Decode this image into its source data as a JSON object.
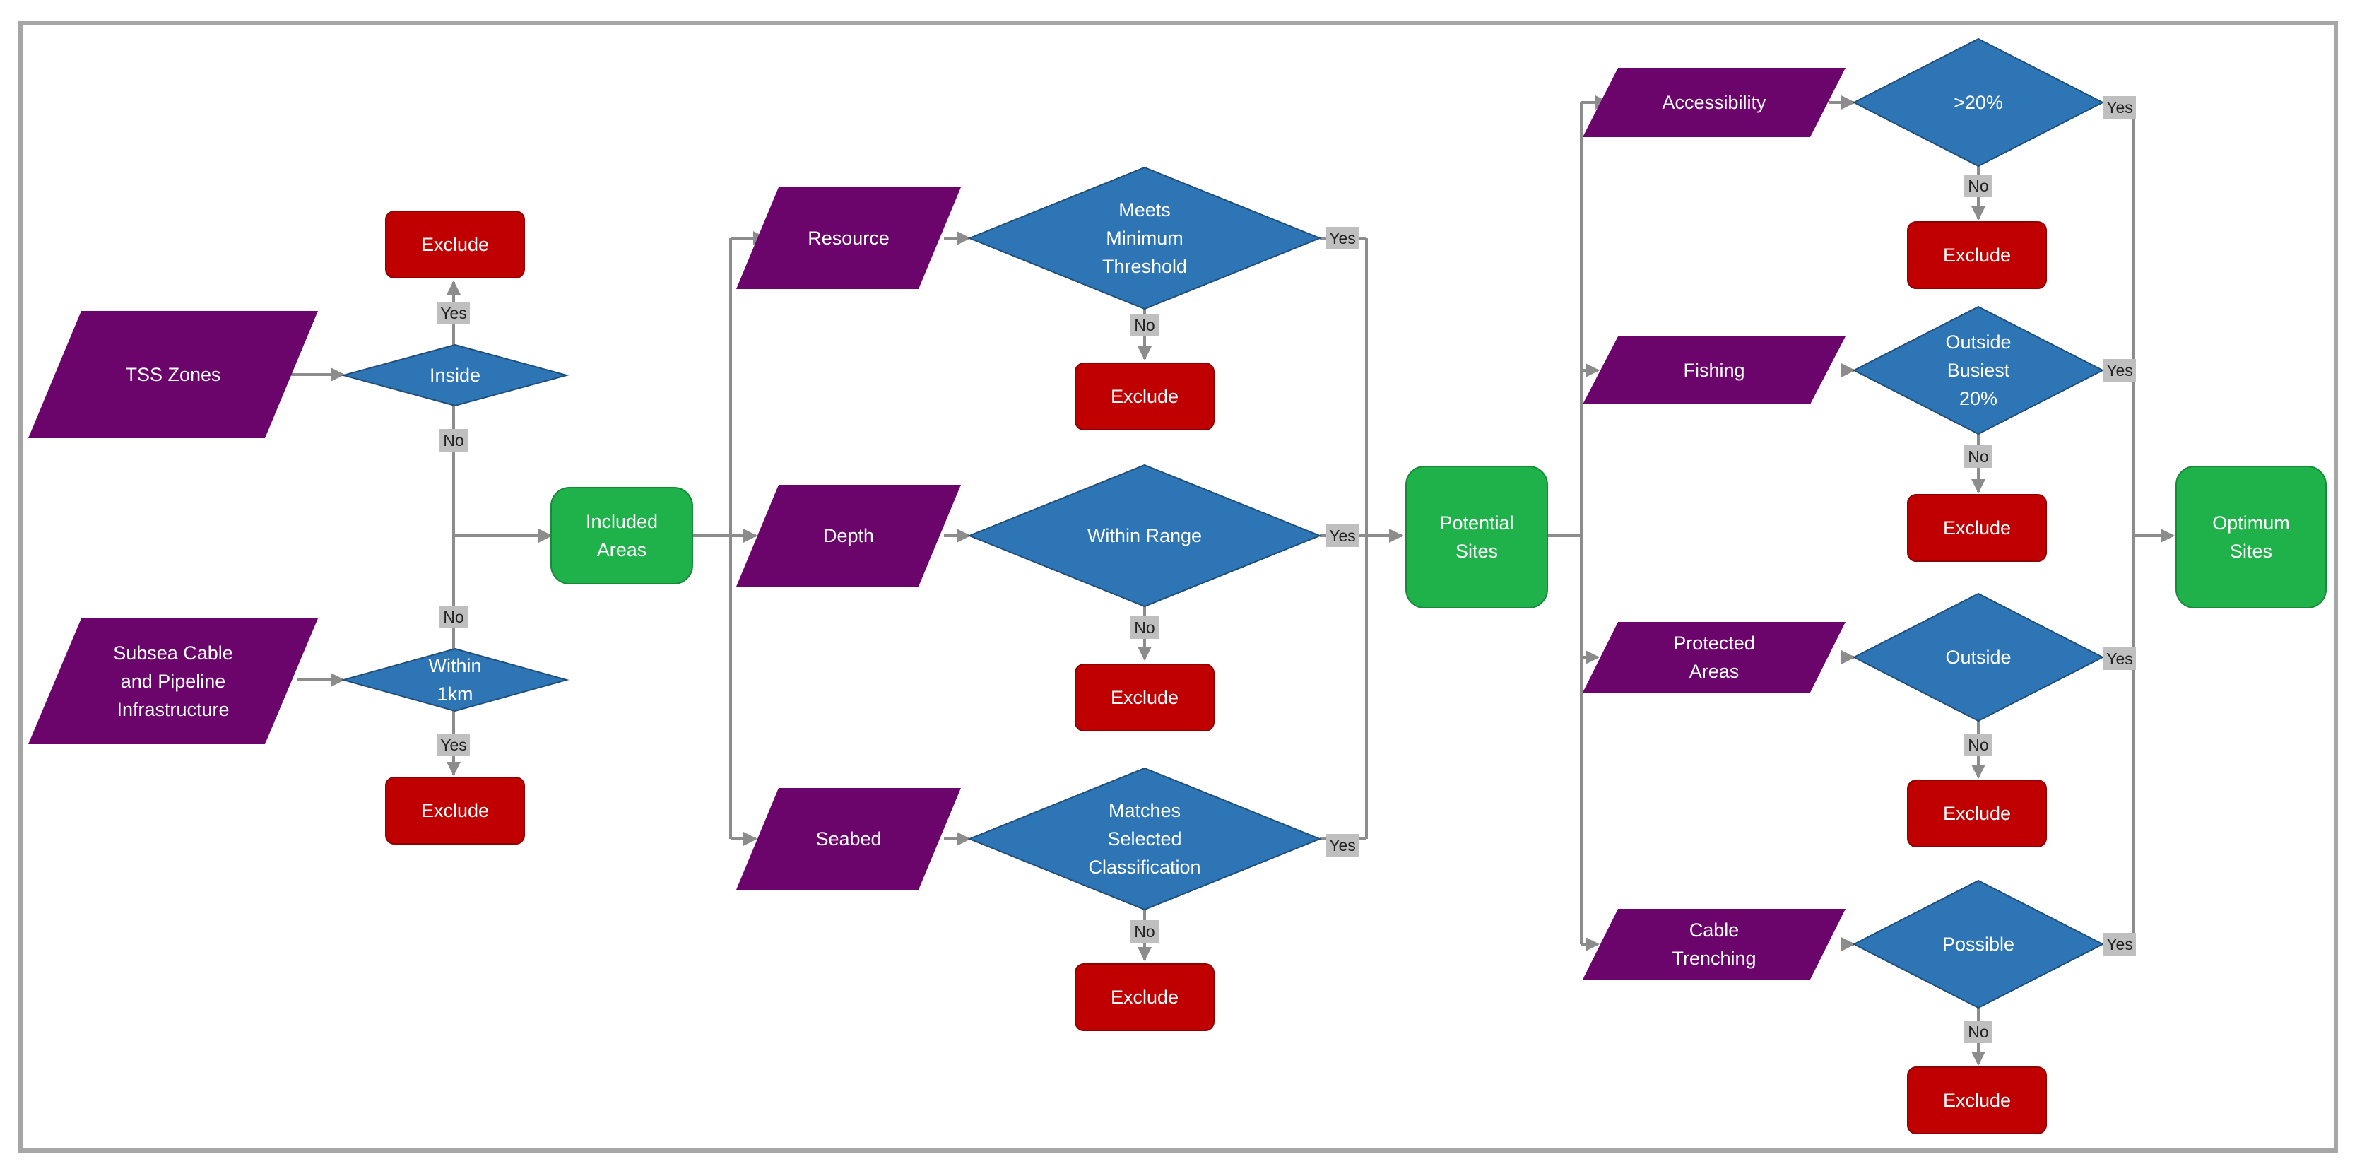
{
  "colors": {
    "data": "#6b046b",
    "decision": "#2e75b6",
    "exclude": "#c00000",
    "result": "#1fb14a",
    "connector": "#8c8c8c",
    "tag": "#bfbfbf",
    "frame": "#a6a6a6"
  },
  "nodes": {
    "tss": [
      "TSS Zones"
    ],
    "subsea": [
      "Subsea Cable",
      "and Pipeline",
      "Infrastructure"
    ],
    "inside": [
      "Inside"
    ],
    "within1km": [
      "Within",
      "1km"
    ],
    "exclude_top": [
      "Exclude"
    ],
    "exclude_bottom": [
      "Exclude"
    ],
    "included": [
      "Included",
      "Areas"
    ],
    "resource": [
      "Resource"
    ],
    "depth": [
      "Depth"
    ],
    "seabed": [
      "Seabed"
    ],
    "threshold": [
      "Meets",
      "Minimum",
      "Threshold"
    ],
    "range": [
      "Within Range"
    ],
    "classification": [
      "Matches",
      "Selected",
      "Classification"
    ],
    "exclude_resource": [
      "Exclude"
    ],
    "exclude_depth": [
      "Exclude"
    ],
    "exclude_seabed": [
      "Exclude"
    ],
    "potential": [
      "Potential",
      "Sites"
    ],
    "accessibility": [
      "Accessibility"
    ],
    "fishing": [
      "Fishing"
    ],
    "protected": [
      "Protected",
      "Areas"
    ],
    "trenching": [
      "Cable",
      "Trenching"
    ],
    "gt20": [
      ">20%"
    ],
    "busiest": [
      "Outside",
      "Busiest",
      "20%"
    ],
    "outside": [
      "Outside"
    ],
    "possible": [
      "Possible"
    ],
    "exclude_access": [
      "Exclude"
    ],
    "exclude_fishing": [
      "Exclude"
    ],
    "exclude_protected": [
      "Exclude"
    ],
    "exclude_trenching": [
      "Exclude"
    ],
    "optimum": [
      "Optimum",
      "Sites"
    ]
  },
  "tags": {
    "inside_yes": "Yes",
    "inside_no": "No",
    "within1km_no": "No",
    "within1km_yes": "Yes",
    "threshold_yes": "Yes",
    "threshold_no": "No",
    "range_yes": "Yes",
    "range_no": "No",
    "classification_yes": "Yes",
    "classification_no": "No",
    "gt20_yes": "Yes",
    "gt20_no": "No",
    "busiest_yes": "Yes",
    "busiest_no": "No",
    "outside_yes": "Yes",
    "outside_no": "No",
    "possible_yes": "Yes",
    "possible_no": "No"
  }
}
